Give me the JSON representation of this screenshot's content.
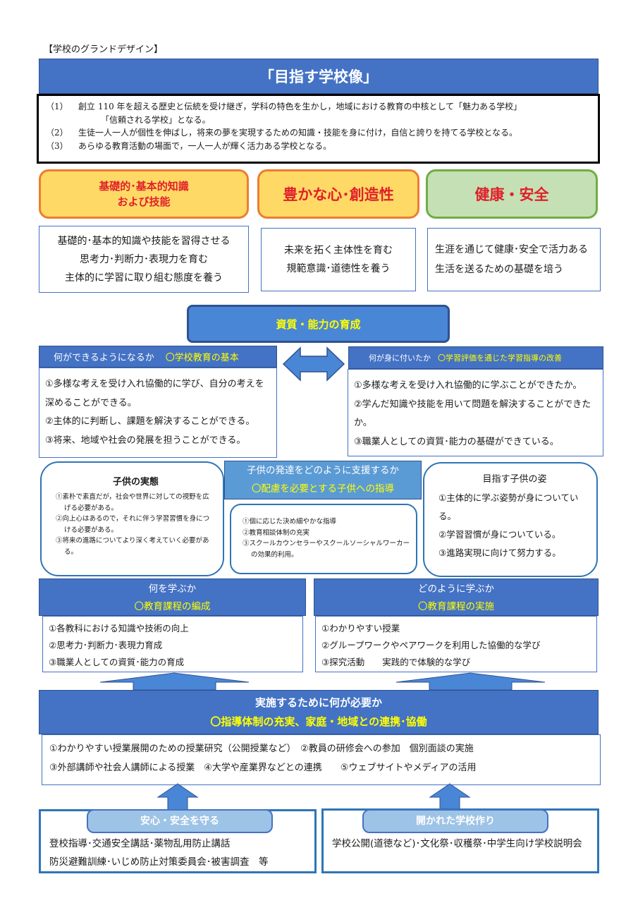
{
  "heading": "【学校のグランドデザイン】",
  "vision": {
    "title": "「目指す学校像」",
    "items": [
      {
        "num": "（1）",
        "text": "創立 110 年を超える歴史と伝統を受け継ぎ，学科の特色を生かし，地域における教育の中核として「魅力ある学校」",
        "cont": "「信頼される学校」となる。"
      },
      {
        "num": "（2）",
        "text": "生徒一人一人が個性を伸ばし，将来の夢を実現するための知識・技能を身に付け，自信と誇りを持てる学校となる。"
      },
      {
        "num": "（3）",
        "text": "あらゆる教育活動の場面で，一人一人が輝く活力ある学校となる。"
      }
    ]
  },
  "pillars": [
    {
      "line1": "基礎的･基本的知識",
      "line2": "および技能"
    },
    {
      "line1": "豊かな心･創造性"
    },
    {
      "line1": "健康・安全"
    }
  ],
  "pillar_boxes": {
    "p1": [
      "基礎的･基本的知識や技能を習得させる",
      "思考力･判断力･表現力を育む",
      "主体的に学習に取り組む態度を養う"
    ],
    "p2": [
      "未来を拓く主体性を育む",
      "規範意識･道徳性を養う"
    ],
    "p3": "生涯を通じて健康･安全で活力ある生活を送るための基礎を培う"
  },
  "core": "資質・能力の育成",
  "left_section": {
    "head": "何ができるようになるか",
    "head_accent": "〇学校教育の基本",
    "items": [
      "①多様な考えを受け入れ協働的に学び、自分の考えを深めることができる。",
      "②主体的に判断し、課題を解決することができる。",
      "③将来、地域や社会の発展を担うことができる。"
    ]
  },
  "right_section": {
    "head": "何が身に付いたか",
    "head_accent": "〇学習評価を通じた学習指導の改善",
    "items": [
      "①多様な考えを受け入れ協働的に学ぶことができたか。",
      "②学んだ知識や技能を用いて問題を解決することができたか。",
      "③職業人としての資質･能力の基礎ができている。"
    ]
  },
  "child_state": {
    "title": "子供の実態",
    "items": [
      "①素朴で素直だが，社会や世界に対しての視野を広げる必要がある。",
      "②向上心はあるので，それに伴う学習習慣を身につける必要がある。",
      "③将来の進路についてより深く考えていく必要がある。"
    ]
  },
  "support": {
    "head": "子供の発達をどのように支援するか",
    "head_accent": "〇配慮を必要とする子供への指導",
    "items": [
      "①個に応じた決め細やかな指導",
      "②教育相談体制の充実",
      "③スクールカウンセラーやスクールソーシャルワーカーの効果的利用。"
    ]
  },
  "goal": {
    "title": "目指す子供の姿",
    "items": [
      "①主体的に学ぶ姿勢が身についている。",
      "②学習習慣が身についている。",
      "③進路実現に向けて努力する。"
    ]
  },
  "what_learn": {
    "head": "何を学ぶか",
    "head_accent": "〇教育課程の編成",
    "items": [
      "①各教科における知識や技術の向上",
      "②思考力･判断力･表現力育成",
      "③職業人としての資質･能力の育成"
    ]
  },
  "how_learn": {
    "head": "どのように学ぶか",
    "head_accent": "〇教育課程の実施",
    "items": [
      "①わかりやすい授業",
      "②グループワークやペアワークを利用した協働的な学び",
      "③探究活動　　実践的で体験的な学び"
    ]
  },
  "need": {
    "head": "実施するために何が必要か",
    "head_accent": "〇指導体制の充実、家庭・地域との連携･協働",
    "row1": "①わかりやすい授業展開のための授業研究（公開授業など）　②教員の研修会への参加　個別面談の実施",
    "row2": "③外部講師や社会人講師による授業　④大学や産業界などとの連携　　⑤ウェブサイトやメディアの活用"
  },
  "safety": {
    "title": "安心・安全を守る",
    "line1": "登校指導･交通安全講話･薬物乱用防止講話",
    "line2": "防災避難訓練･いじめ防止対策委員会･被害調査　等"
  },
  "open_school": {
    "title": "開かれた学校作り",
    "text": "学校公開(道徳など)･文化祭･収穫祭･中学生向け学校説明会"
  },
  "colors": {
    "blue": "#4472c4",
    "orange": "#ed7d31",
    "yellow": "#ffd966",
    "green": "#70ad47",
    "red": "#e0202a",
    "accent_yellow": "#ffff00"
  }
}
